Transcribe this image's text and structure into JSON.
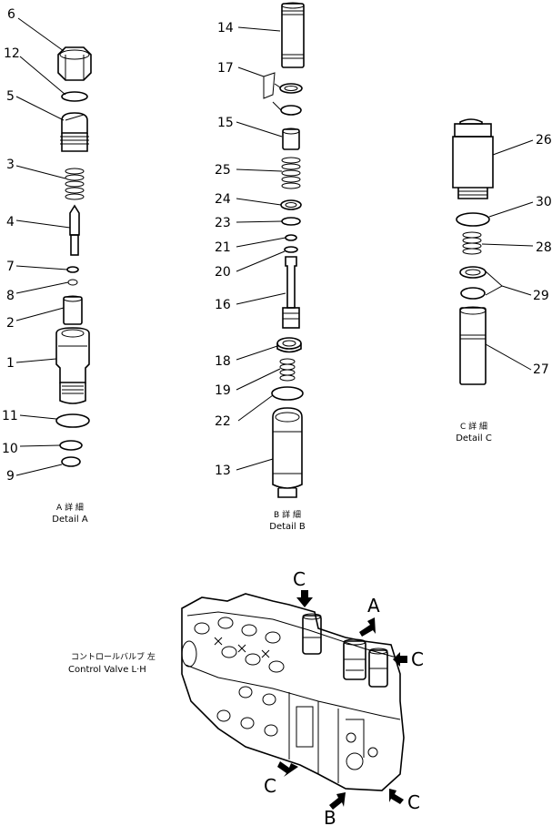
{
  "detail_a": {
    "callouts": [
      "6",
      "12",
      "5",
      "3",
      "4",
      "7",
      "8",
      "2",
      "1",
      "11",
      "10",
      "9"
    ],
    "caption_jp": "A 詳 細",
    "caption_en": "Detail  A"
  },
  "detail_b": {
    "callouts": [
      "14",
      "17",
      "15",
      "25",
      "24",
      "23",
      "21",
      "20",
      "16",
      "18",
      "19",
      "22",
      "13"
    ],
    "caption_jp": "B 詳 細",
    "caption_en": "Detail  B"
  },
  "detail_c": {
    "callouts": [
      "26",
      "30",
      "28",
      "29",
      "27"
    ],
    "caption_jp": "C 詳 細",
    "caption_en": "Detail  C"
  },
  "control_valve": {
    "label_jp": "コントロールバルブ  左",
    "label_en": "Control Valve L·H",
    "arrows": [
      "C",
      "A",
      "C",
      "C",
      "B",
      "C"
    ]
  }
}
